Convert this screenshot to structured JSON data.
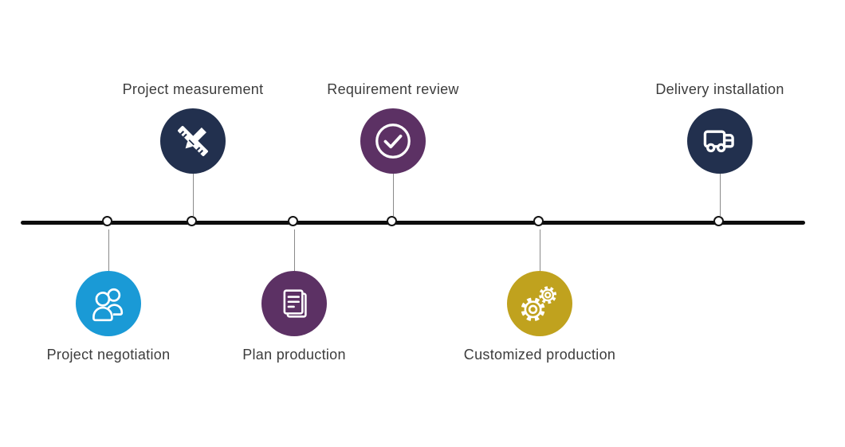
{
  "diagram": {
    "background_color": "#ffffff",
    "line_color": "#0d0d0d",
    "text_color": "#3c3c3c",
    "connector_color": "#8a8a8a",
    "node_fill": "#ffffff",
    "node_border": "#141414",
    "steps": [
      {
        "label": "Project negotiation",
        "color": "#1a9ad6",
        "icon": "people-icon",
        "position": "below"
      },
      {
        "label": "Project measurement",
        "color": "#22304e",
        "icon": "ruler-pencil-icon",
        "position": "above"
      },
      {
        "label": "Plan production",
        "color": "#5c3164",
        "icon": "document-icon",
        "position": "below"
      },
      {
        "label": "Requirement review",
        "color": "#5c3164",
        "icon": "check-circle-icon",
        "position": "above"
      },
      {
        "label": "Customized production",
        "color": "#c0a21e",
        "icon": "gears-icon",
        "position": "below"
      },
      {
        "label": "Delivery installation",
        "color": "#22304e",
        "icon": "truck-icon",
        "position": "above"
      }
    ]
  }
}
